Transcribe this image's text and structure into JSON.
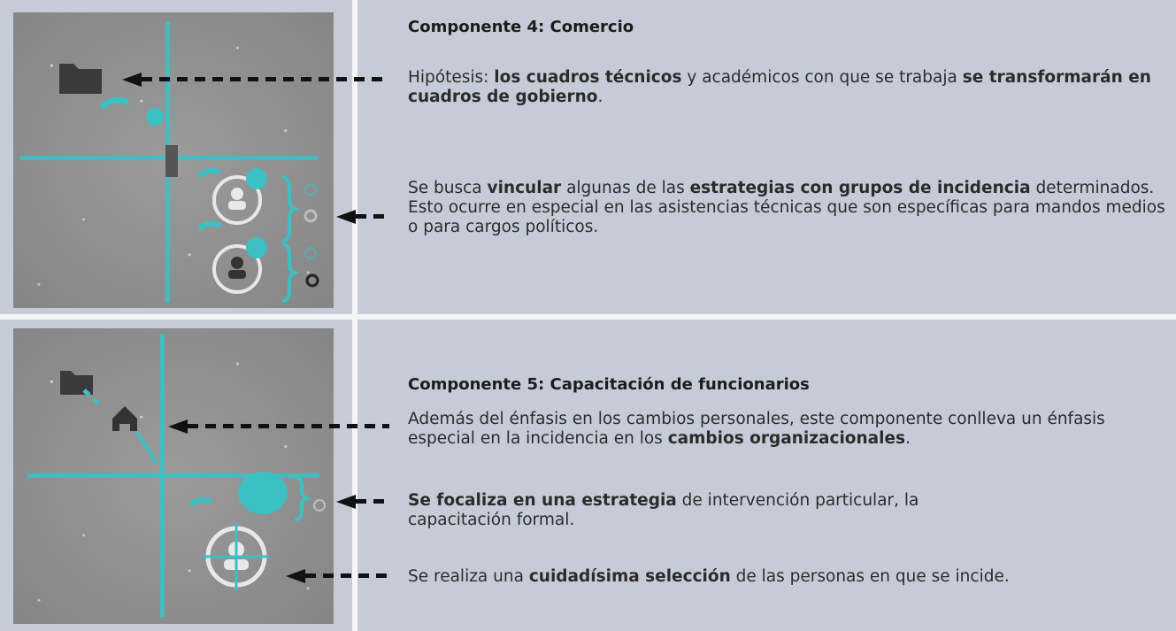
{
  "section4": {
    "heading": "Componente 4: Comercio",
    "p1": {
      "a": "Hipótesis: ",
      "b": "los cuadros técnicos",
      "c": " y académicos con que se trabaja ",
      "d": "se transformarán en cuadros de gobierno",
      "e": "."
    },
    "p2": {
      "a": "Se busca ",
      "b": "vincular",
      "c": " algunas de las ",
      "d": "estrategias con grupos de incidencia",
      "e": " determinados. Esto ocurre en especial en las asistencias técnicas que son específicas para mandos medios o para cargos políticos."
    },
    "icons": [
      "folder-icon",
      "person-icon",
      "person-icon",
      "ring-icon"
    ]
  },
  "section5": {
    "heading": "Componente 5: Capacitación de funcionarios",
    "p1": {
      "a": "Además del énfasis en los cambios personales, este componente conlleva un énfasis especial en la incidencia en los ",
      "b": "cambios organizacionales",
      "c": "."
    },
    "p2": {
      "a": "Se focaliza en una estrategia",
      "b": " de intervención particular, la capacitación formal."
    },
    "p3": {
      "a": "Se realiza una ",
      "b": "cuidadísima selección",
      "c": " de las personas en que se incide."
    },
    "icons": [
      "folder-icon",
      "home-icon",
      "person-icon"
    ]
  },
  "colors": {
    "accent": "#3cc0c4",
    "panel": "#c6ccd7",
    "divider": "#f4f5f7"
  }
}
